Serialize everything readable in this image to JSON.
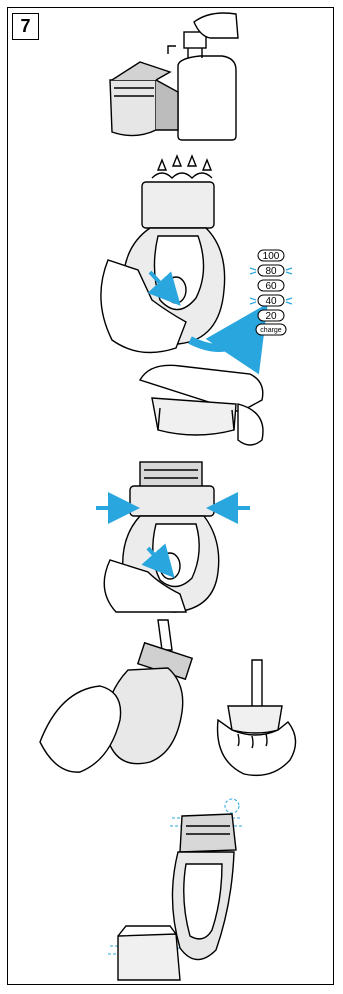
{
  "step": {
    "number": "7"
  },
  "battery_indicator": {
    "levels": [
      "100",
      "80",
      "60",
      "40",
      "20",
      "charge"
    ],
    "blinking": [
      "80",
      "40"
    ]
  },
  "colors": {
    "accent": "#2aa6de",
    "outline": "#000000",
    "shaver_gray": "#d9d9d9"
  },
  "icons": [
    "liquid-soap-bottle-icon",
    "shaver-head-icon",
    "arrow-icon",
    "water-drops-icon"
  ]
}
